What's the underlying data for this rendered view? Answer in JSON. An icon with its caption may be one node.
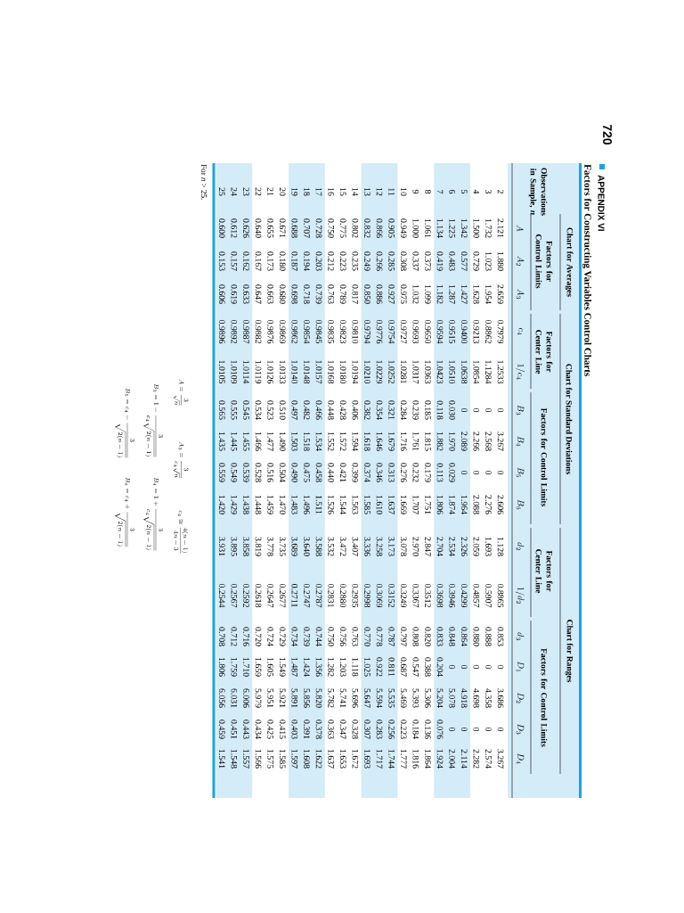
{
  "diagram": {
    "title": "Factors for Constructing Variables Control Charts",
    "labels": [
      "720",
      "APPENDIX VI",
      "Chart for Averages",
      "Chart for Standard Deviations",
      "Chart for Ranges",
      "Observations in Sample, *n*",
      "Factors for Control Limits",
      "Factors for Center Line",
      "Factors for Control Limits",
      "Factors for Center Line",
      "Factors for Control Limits",
      "A",
      "A_2",
      "A_3",
      "c_4",
      "1/c_4",
      "B_3",
      "B_4",
      "B_5",
      "B_6",
      "d_2",
      "1/d_2",
      "d_3",
      "D_1",
      "D_2",
      "D_3",
      "D_4",
      "2",
      "2.121",
      "1.880",
      "2.659",
      "0.7979",
      "1.2533",
      "0",
      "3.267",
      "0",
      "2.606",
      "1.128",
      "0.8865",
      "0.853",
      "0",
      "3.686",
      "0",
      "3.267",
      "3",
      "1.732",
      "1.023",
      "1.954",
      "0.8862",
      "1.1284",
      "0",
      "2.568",
      "0",
      "2.276",
      "1.693",
      "0.5907",
      "0.888",
      "0",
      "4.358",
      "0",
      "2.574",
      "4",
      "1.500",
      "0.729",
      "1.628",
      "0.9213",
      "1.0854",
      "0",
      "2.266",
      "0",
      "2.088",
      "2.059",
      "0.4857",
      "0.880",
      "0",
      "4.698",
      "0",
      "2.282",
      "5",
      "1.342",
      "0.577",
      "1.427",
      "0.9400",
      "1.0638",
      "0",
      "2.089",
      "0",
      "1.964",
      "2.326",
      "0.4299",
      "0.864",
      "0",
      "4.918",
      "0",
      "2.114",
      "6",
      "1.225",
      "0.483",
      "1.287",
      "0.9515",
      "1.0510",
      "0.030",
      "1.970",
      "0.029",
      "1.874",
      "2.534",
      "0.3946",
      "0.848",
      "0",
      "5.078",
      "0",
      "2.004",
      "7",
      "1.134",
      "0.419",
      "1.182",
      "0.9594",
      "1.0423",
      "0.118",
      "1.882",
      "0.113",
      "1.806",
      "2.704",
      "0.3698",
      "0.833",
      "0.204",
      "5.204",
      "0.076",
      "1.924",
      "8",
      "1.061",
      "0.373",
      "1.099",
      "0.9650",
      "1.0363",
      "0.185",
      "1.815",
      "0.179",
      "1.751",
      "2.847",
      "0.3512",
      "0.820",
      "0.388",
      "5.306",
      "0.136",
      "1.864",
      "9",
      "1.000",
      "0.337",
      "1.032",
      "0.9693",
      "1.0317",
      "0.239",
      "1.761",
      "0.232",
      "1.707",
      "2.970",
      "0.3367",
      "0.808",
      "0.547",
      "5.393",
      "0.184",
      "1.816",
      "10",
      "0.949",
      "0.308",
      "0.975",
      "0.9727",
      "1.0281",
      "0.284",
      "1.716",
      "0.276",
      "1.669",
      "3.078",
      "0.3249",
      "0.797",
      "0.687",
      "5.469",
      "0.223",
      "1.777",
      "11",
      "0.905",
      "0.285",
      "0.927",
      "0.9754",
      "1.0252",
      "0.321",
      "1.679",
      "0.313",
      "1.637",
      "3.173",
      "0.3152",
      "0.787",
      "0.811",
      "5.535",
      "0.256",
      "1.744",
      "12",
      "0.866",
      "0.266",
      "0.886",
      "0.9776",
      "1.0229",
      "0.354",
      "1.646",
      "0.346",
      "1.610",
      "3.258",
      "0.3069",
      "0.778",
      "0.922",
      "5.594",
      "0.283",
      "1.717",
      "13",
      "0.832",
      "0.249",
      "0.850",
      "0.9794",
      "1.0210",
      "0.382",
      "1.618",
      "0.374",
      "1.585",
      "3.336",
      "0.2998",
      "0.770",
      "1.025",
      "5.647",
      "0.307",
      "1.693",
      "14",
      "0.802",
      "0.235",
      "0.817",
      "0.9810",
      "1.0194",
      "0.406",
      "1.594",
      "0.399",
      "1.563",
      "3.407",
      "0.2935",
      "0.763",
      "1.118",
      "5.696",
      "0.328",
      "1.672",
      "15",
      "0.775",
      "0.223",
      "0.789",
      "0.9823",
      "1.0180",
      "0.428",
      "1.572",
      "0.421",
      "1.544",
      "3.472",
      "0.2880",
      "0.756",
      "1.203",
      "5.741",
      "0.347",
      "1.653",
      "16",
      "0.750",
      "0.212",
      "0.763",
      "0.9835",
      "1.0168",
      "0.448",
      "1.552",
      "0.440",
      "1.526",
      "3.532",
      "0.2831",
      "0.750",
      "1.282",
      "5.782",
      "0.363",
      "1.637",
      "17",
      "0.728",
      "0.203",
      "0.739",
      "0.9845",
      "1.0157",
      "0.466",
      "1.534",
      "0.458",
      "1.511",
      "3.588",
      "0.2787",
      "0.744",
      "1.356",
      "5.820",
      "0.378",
      "1.622",
      "18",
      "0.707",
      "0.194",
      "0.718",
      "0.9854",
      "1.0148",
      "0.482",
      "1.518",
      "0.475",
      "1.496",
      "3.640",
      "0.2747",
      "0.739",
      "1.424",
      "5.856",
      "0.391",
      "1.608",
      "19",
      "0.688",
      "0.187",
      "0.698",
      "0.9862",
      "1.0140",
      "0.497",
      "1.503",
      "0.490",
      "1.483",
      "3.689",
      "0.2711",
      "0.734",
      "1.487",
      "5.891",
      "0.403",
      "1.597",
      "20",
      "0.671",
      "0.180",
      "0.680",
      "0.9869",
      "1.0133",
      "0.510",
      "1.490",
      "0.504",
      "1.470",
      "3.735",
      "0.2677",
      "0.729",
      "1.549",
      "5.921",
      "0.415",
      "1.585",
      "21",
      "0.655",
      "0.173",
      "0.663",
      "0.9876",
      "1.0126",
      "0.523",
      "1.477",
      "0.516",
      "1.459",
      "3.778",
      "0.2647",
      "0.724",
      "1.605",
      "5.951",
      "0.425",
      "1.575",
      "22",
      "0.640",
      "0.167",
      "0.647",
      "0.9882",
      "1.0119",
      "0.534",
      "1.466",
      "0.528",
      "1.448",
      "3.819",
      "0.2618",
      "0.720",
      "1.659",
      "5.979",
      "0.434",
      "1.566",
      "23",
      "0.626",
      "0.162",
      "0.633",
      "0.9887",
      "1.0114",
      "0.545",
      "1.455",
      "0.539",
      "1.438",
      "3.858",
      "0.2592",
      "0.716",
      "1.710",
      "6.006",
      "0.443",
      "1.557",
      "24",
      "0.612",
      "0.157",
      "0.619",
      "0.9892",
      "1.0109",
      "0.555",
      "1.445",
      "0.549",
      "1.429",
      "3.895",
      "0.2567",
      "0.712",
      "1.759",
      "6.031",
      "0.451",
      "1.548",
      "25",
      "0.600",
      "0.153",
      "0.606",
      "0.9896",
      "1.0105",
      "0.565",
      "1.435",
      "0.559",
      "1.420",
      "3.931",
      "0.2544",
      "0.708",
      "1.806",
      "6.056",
      "0.459",
      "1.541",
      "For *n* > 25.",
      "A=\\frac{3}{\\sqrt{n}}",
      "A_3=\\frac{3}{c_4\\sqrt{n}}",
      "c_4\\cong\\frac{4(n-1)}{4n-3}",
      "B_3=1-\\frac{3}{c_4\\sqrt{2(n-1)}}",
      "B_4=1+\\frac{3}{c_4\\sqrt{2(n-1)}}",
      "B_5=c_4-\\frac{3}{\\sqrt{2(n-1)}}",
      "B_6=c_4+\\frac{3}{\\sqrt{2(n-1)}}"
    ]
  }
}
